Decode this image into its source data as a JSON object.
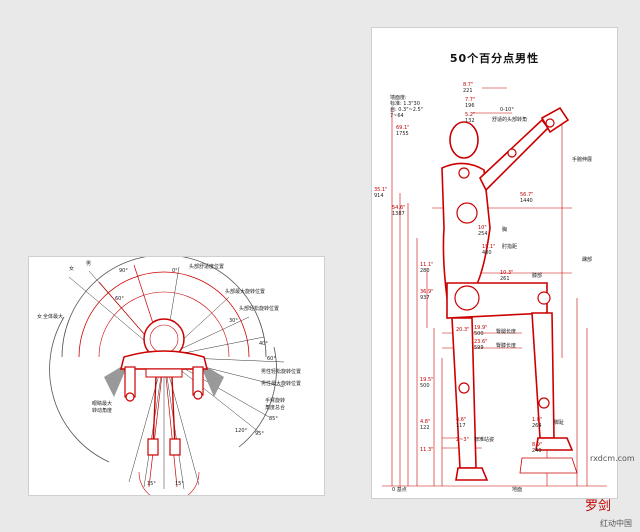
{
  "right_panel": {
    "title": "50个百分点男性",
    "labels": [
      "8.7\"",
      "221",
      "7.7\"",
      "196",
      "5.2\"",
      "132",
      "0-10°",
      "舒适的头部转角",
      "墙面度:",
      "标准: 1.3\"30",
      "自: 0.3\"~2.5\"",
      "7~64",
      "69.1\"",
      "1755",
      "35.1\"",
      "914",
      "54.6\"",
      "1387",
      "10\"",
      "254",
      "胸",
      "56.7\"",
      "1440",
      "19.1\"",
      "480",
      "肘指距",
      "11.1\"",
      "280",
      "10.3\"",
      "261",
      "膝部",
      "36.9\"",
      "937",
      "20.3\"",
      "",
      "19.9\"",
      "500",
      "臀腿长度",
      "23.6\"",
      "599",
      "臀膝长度",
      "19.5\"",
      "500",
      "4.8\"",
      "122",
      "4.6\"",
      "117",
      "1.0\"",
      "264",
      "脚趾",
      "2~3\"",
      "标准站姿",
      "8.9\"",
      "249",
      "11.3\"",
      "地面",
      "0 基点",
      "手腕伸展",
      "踝部"
    ]
  },
  "left_panel": {
    "labels": [
      "头部舒适度位置",
      "头部最大旋转位置",
      "头部轻松旋转位置",
      "男性轻松旋转位置",
      "男性最大旋转位置",
      "手臂旋转",
      "角度总合",
      "眼睛最大",
      "转动角度",
      "女",
      "男",
      "男",
      "女",
      "全体最大",
      "90°",
      "60°",
      "30°",
      "0°",
      "15°",
      "15°",
      "40°",
      "60°",
      "85°",
      "95°",
      "120°"
    ]
  },
  "watermark": {
    "site": "rxdcm.com",
    "brand": "罗剑",
    "brand2": "红动中国"
  }
}
